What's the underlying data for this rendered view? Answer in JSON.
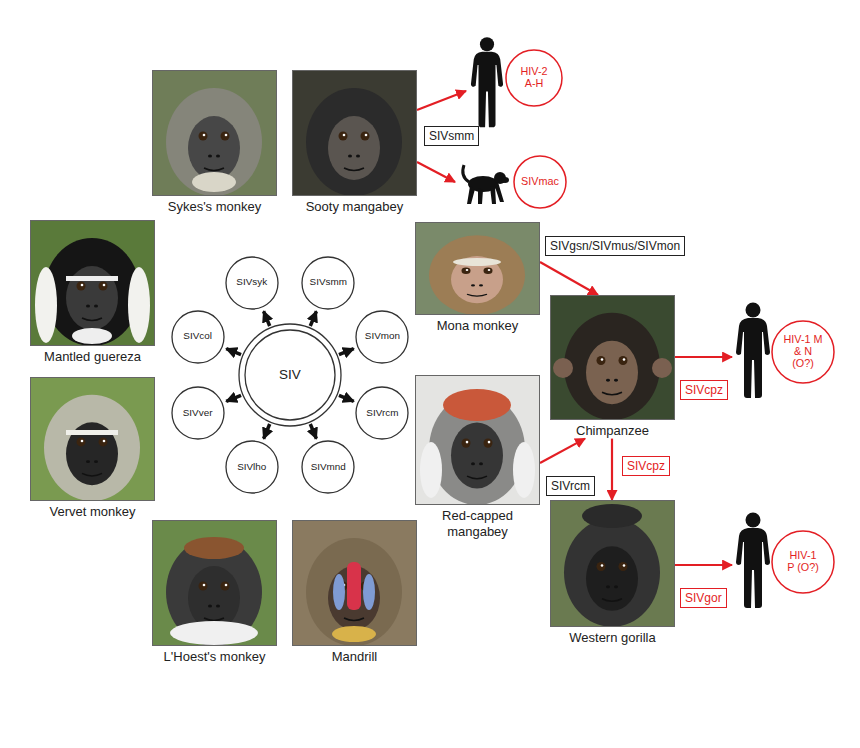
{
  "diagram": {
    "nodes": [
      {
        "text": [
          "Sykes's monkey"
        ]
      },
      {
        "text": [
          "Sooty mangabey"
        ]
      },
      {
        "text": [
          "SIVsmm"
        ]
      },
      {
        "text": [
          "HIV-2 A-H"
        ]
      },
      {
        "text": [
          "SIVmac"
        ]
      },
      {
        "text": [
          "Mantled guereza"
        ]
      },
      {
        "text": [
          "SIVsyk"
        ]
      },
      {
        "text": [
          "SIVsmm"
        ]
      },
      {
        "text": [
          "SIV"
        ]
      },
      {
        "text": [
          "SIVcol"
        ]
      },
      {
        "text": [
          "SIVmon"
        ]
      },
      {
        "text": [
          "SIVver"
        ]
      },
      {
        "text": [
          "SIVrcm"
        ]
      },
      {
        "text": [
          "SIVlho"
        ]
      },
      {
        "text": [
          "SIVmnd"
        ]
      },
      {
        "text": [
          "Mona monkey"
        ]
      },
      {
        "text": [
          "SIVgsn/SIVmus/SIVmon"
        ]
      },
      {
        "text": [
          "Chimpanzee"
        ]
      },
      {
        "text": [
          "HIV-1 M & N (O?)"
        ]
      },
      {
        "text": [
          "SIVcpz"
        ]
      },
      {
        "text": [
          "Red-capped mangabey"
        ]
      },
      {
        "text": [
          "SIVrcm"
        ]
      },
      {
        "text": [
          "SIVcpz"
        ]
      },
      {
        "text": [
          "Vervet monkey"
        ]
      },
      {
        "text": [
          "Western gorilla"
        ]
      },
      {
        "text": [
          "SIVgor"
        ]
      },
      {
        "text": [
          "HIV-1 P (O?)"
        ]
      },
      {
        "text": [
          "L'Hoest's monkey"
        ]
      },
      {
        "text": [
          "Mandrill"
        ]
      }
    ],
    "edges": [
      {
        "from": 1,
        "to": 3,
        "arrow": "to"
      },
      {
        "from": 1,
        "to": 4,
        "arrow": "to"
      },
      {
        "from": 8,
        "to": 6,
        "arrow": "to"
      },
      {
        "from": 8,
        "to": 7,
        "arrow": "to"
      },
      {
        "from": 8,
        "to": 10,
        "arrow": "to"
      },
      {
        "from": 8,
        "to": 12,
        "arrow": "to"
      },
      {
        "from": 8,
        "to": 14,
        "arrow": "to"
      },
      {
        "from": 8,
        "to": 13,
        "arrow": "to"
      },
      {
        "from": 8,
        "to": 11,
        "arrow": "to"
      },
      {
        "from": 8,
        "to": 9,
        "arrow": "to"
      },
      {
        "from": 15,
        "to": 17,
        "arrow": "to"
      },
      {
        "from": 20,
        "to": 17,
        "arrow": "to"
      },
      {
        "from": 17,
        "to": 18,
        "arrow": "to"
      },
      {
        "from": 17,
        "to": 24,
        "arrow": "to"
      },
      {
        "from": 24,
        "to": 26,
        "arrow": "to"
      }
    ]
  }
}
